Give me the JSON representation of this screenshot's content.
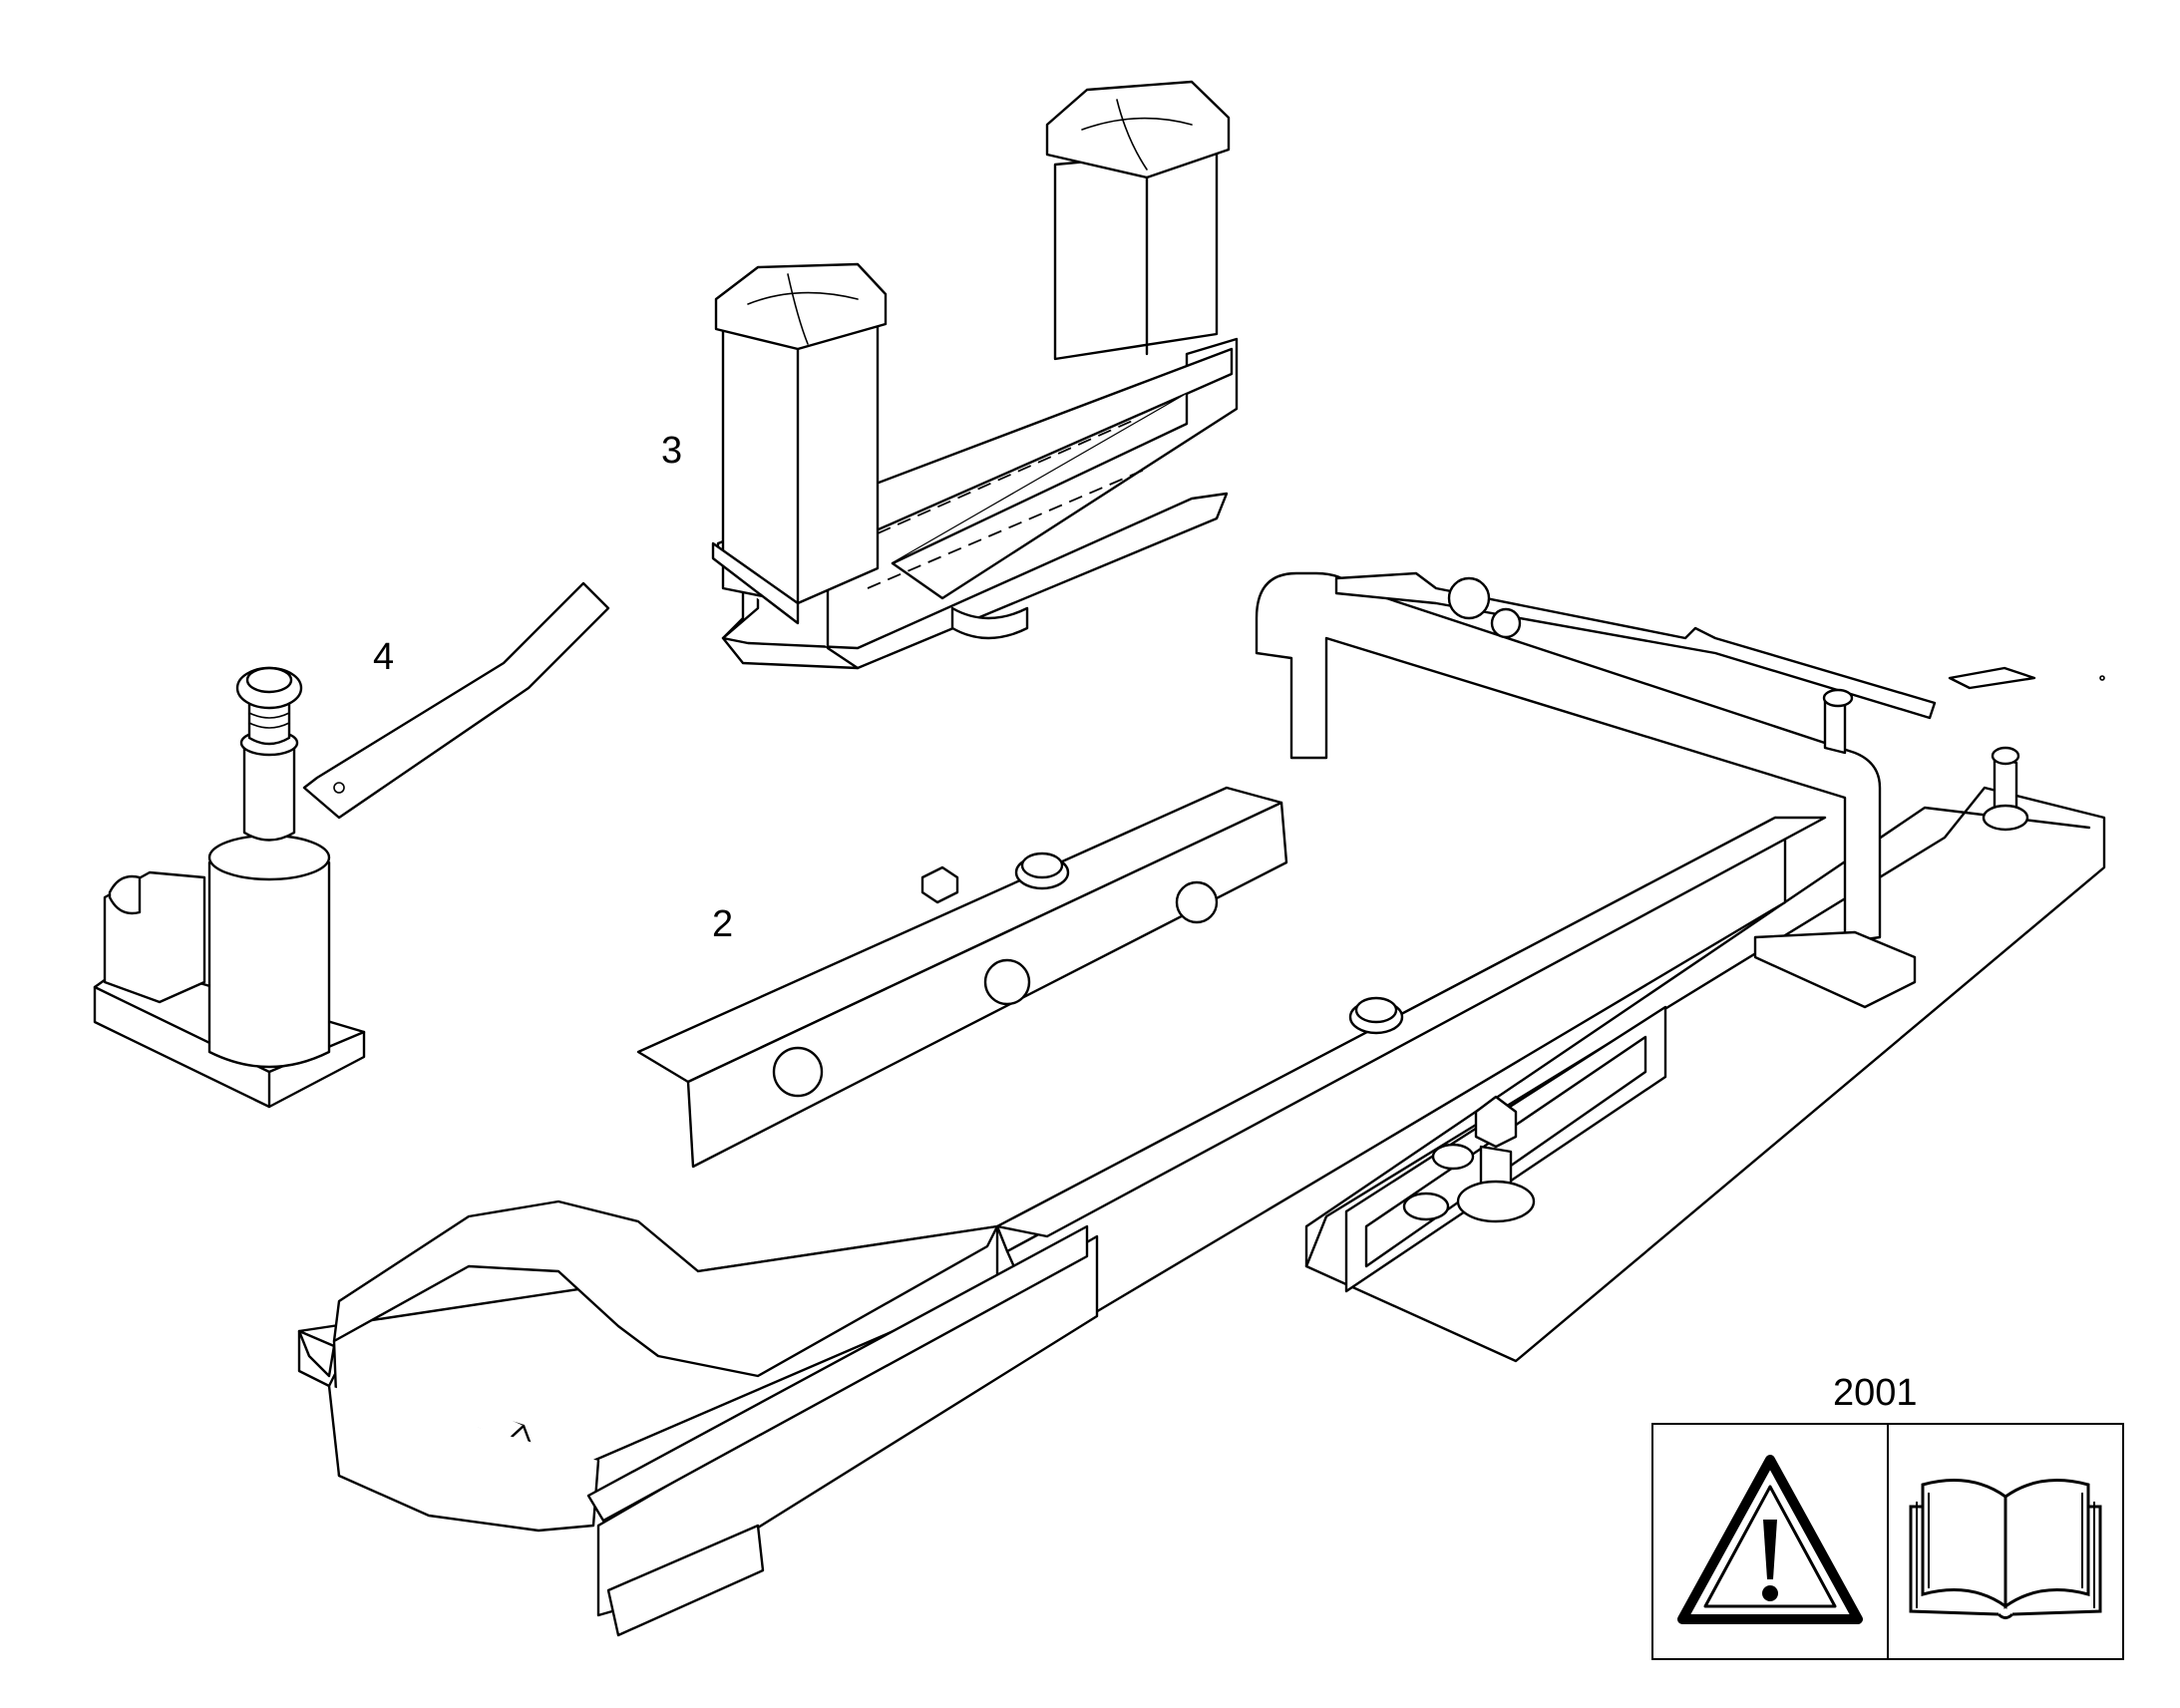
{
  "callouts": {
    "item_2": "2",
    "item_3": "3",
    "item_4": "4"
  },
  "symbol_panel": {
    "code": "2001",
    "symbols": [
      "warning-icon",
      "manual-book-icon"
    ]
  },
  "colors": {
    "line": "#000000",
    "background": "#ffffff"
  }
}
